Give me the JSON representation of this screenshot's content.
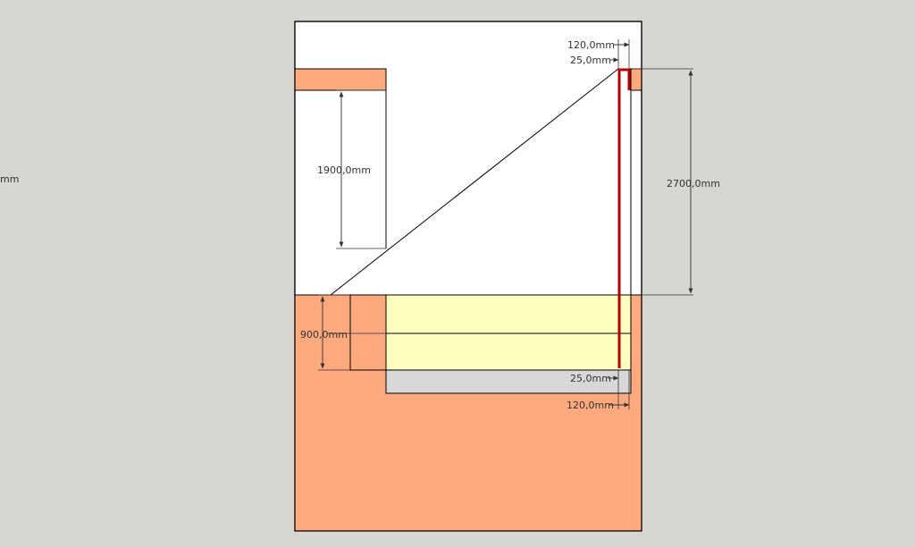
{
  "colors": {
    "background": "#d8d6d2",
    "sheet": "#ffffff",
    "section_fill": "#ffa97e",
    "yellow_fill": "#ffffbf",
    "grey_fill": "#d8d8d8",
    "outline": "#000000",
    "red_post": "#b30000",
    "dimension_line": "#333333"
  },
  "labels": {
    "offscreen_unit": "mm",
    "dim_top_120": "120,0mm",
    "dim_top_25": "25,0mm",
    "dim_1900": "1900,0mm",
    "dim_2700": "2700,0mm",
    "dim_900": "900,0mm",
    "dim_bottom_25": "25,0mm",
    "dim_bottom_120": "120,0mm"
  }
}
